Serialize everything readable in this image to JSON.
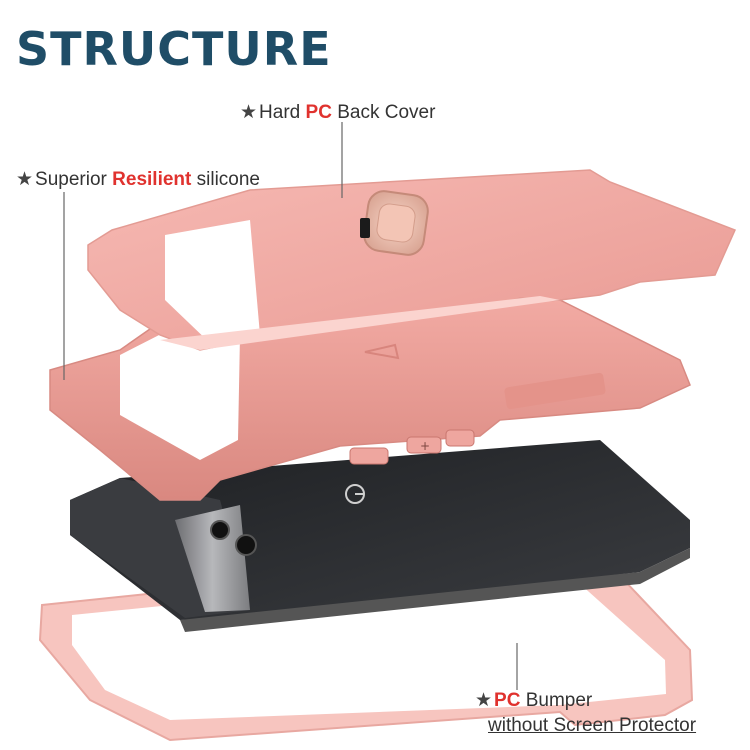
{
  "title": "STRUCTURE",
  "callouts": {
    "back_cover": {
      "star": "★",
      "pre": "Hard ",
      "highlight": "PC",
      "post": " Back Cover"
    },
    "silicone": {
      "star": "★",
      "pre": "Superior ",
      "highlight": "Resilient",
      "post": " silicone"
    },
    "bumper": {
      "star": "★",
      "pre": "",
      "highlight": "PC",
      "post": " Bumper",
      "line2": "without Screen Protector"
    }
  },
  "colors": {
    "title": "#1f4d67",
    "highlight": "#e0322e",
    "case_pink": "#f2a9a2",
    "case_light": "#f9cfca",
    "phone_dark": "#2b2d30",
    "camera_bar": "#8e8f92"
  },
  "icons": [
    "ring-holder-icon",
    "google-logo-icon",
    "volume-button-icon",
    "power-button-icon"
  ]
}
